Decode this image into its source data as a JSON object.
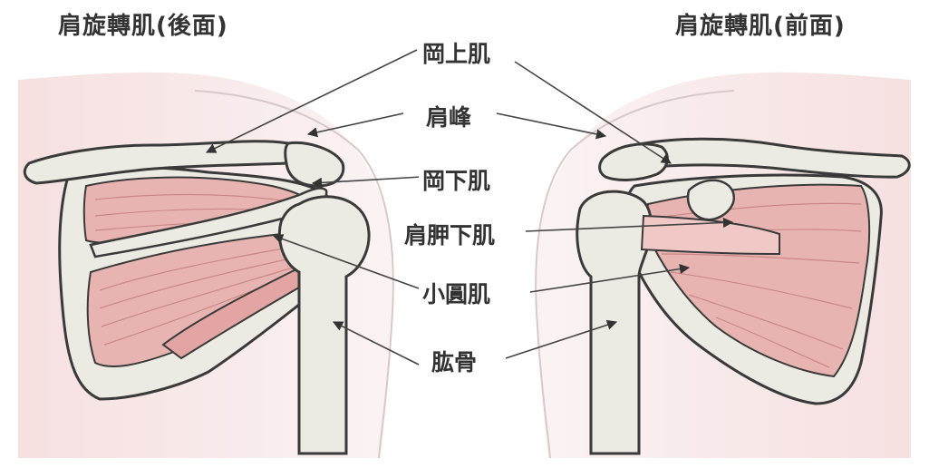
{
  "titles": {
    "posterior": "肩旋轉肌(後面)",
    "anterior": "肩旋轉肌(前面)"
  },
  "labels": {
    "supraspinatus": "岡上肌",
    "acromion": "肩峰",
    "infraspinatus": "岡下肌",
    "subscapularis": "肩胛下肌",
    "teres_minor": "小圓肌",
    "humerus": "肱骨"
  },
  "colors": {
    "bone": "#ecebe3",
    "outline": "#3a3a3a",
    "muscle": "#e8b4b2",
    "muscle_fiber": "#c98886",
    "skin": "#f8e9e9"
  }
}
